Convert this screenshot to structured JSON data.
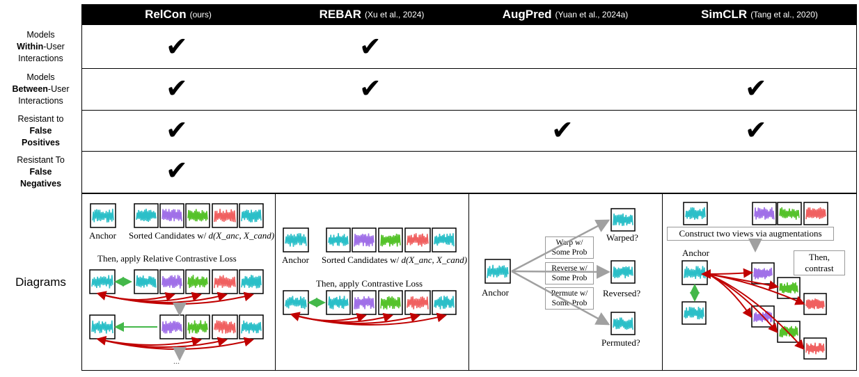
{
  "header": {
    "columns": [
      {
        "name": "RelCon",
        "cite": "(ours)"
      },
      {
        "name": "REBAR",
        "cite": "(Xu et al., 2024)"
      },
      {
        "name": "AugPred",
        "cite": "(Yuan et al., 2024a)"
      },
      {
        "name": "SimCLR",
        "cite": "(Tang et al., 2020)"
      }
    ]
  },
  "rows": [
    {
      "line1": "Models",
      "bold": "Within",
      "line2_rest": "-User",
      "line3": "Interactions",
      "checks": [
        true,
        true,
        false,
        false
      ]
    },
    {
      "line1": "Models",
      "bold": "Between",
      "line2_rest": "-User",
      "line3": "Interactions",
      "checks": [
        true,
        true,
        false,
        true
      ]
    },
    {
      "line1": "Resistant to",
      "bold": "False",
      "line2_rest": "",
      "line3": "Positives",
      "checks": [
        true,
        false,
        true,
        true
      ]
    },
    {
      "line1": "Resistant To",
      "bold": "False",
      "line2_rest": "",
      "line3": "Negatives",
      "checks": [
        true,
        false,
        false,
        false
      ]
    }
  ],
  "check_glyph": "✔",
  "diagrams": {
    "row_label": "Diagrams",
    "relcon": {
      "anchor": "Anchor",
      "sorted": "Sorted Candidates w/",
      "formula": "d(X_anc, X_cand)",
      "step": "Then, apply Relative Contrastive Loss",
      "ellipsis": "..."
    },
    "rebar": {
      "anchor": "Anchor",
      "sorted": "Sorted Candidates w/",
      "formula": "d(X_anc, X_cand)",
      "step": "Then, apply Contrastive Loss"
    },
    "augpred": {
      "anchor": "Anchor",
      "warp": "Warp w/ Some Prob",
      "reverse": "Reverse w/ Some Prob",
      "permute": "Permute w/ Some Prob",
      "warped": "Warped?",
      "reversed": "Reversed?",
      "permuted": "Permuted?"
    },
    "simclr": {
      "construct": "Construct two views via augmentations",
      "anchor": "Anchor",
      "contrast": "Then, contrast"
    }
  },
  "colors": {
    "cyan": "#2bbfc8",
    "purple": "#a070e8",
    "green": "#55c22a",
    "red": "#f06060",
    "arrow_red": "#c00000",
    "arrow_green": "#44b84a",
    "arrow_gray": "#a0a0a0"
  }
}
